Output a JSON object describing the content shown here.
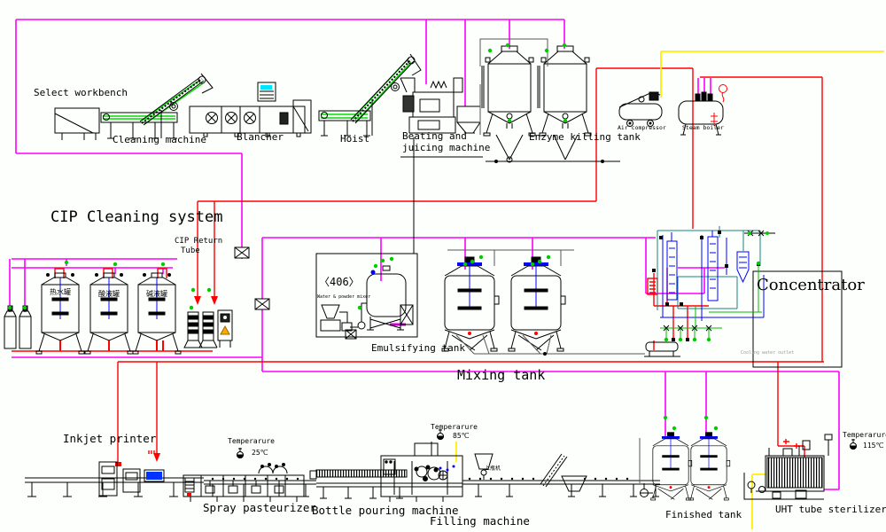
{
  "labels": {
    "select_workbench": "Select workbench",
    "cleaning_machine": "Cleaning machine",
    "blancher": "Blancher",
    "hoist": "Hoist",
    "beating_line1": "Beating and",
    "beating_line2": "juicing machine",
    "enzyme_killing_tank": "Enzyme killing tank",
    "air_compressor": "Air compressor",
    "steam_boiler": "Steam boiler",
    "cip_title": "CIP Cleaning system",
    "cip_return_line1": "CIP Return",
    "cip_return_line2": "Tube",
    "code_406": "〈406〉",
    "water_powder_mixer": "Water & powder mixer",
    "emulsifying_tank": "Emulsifying tank",
    "mixing_tank": "Mixing tank",
    "concentrator": "Concentrator",
    "inkjet_printer": "Inkjet printer",
    "spray_pasteurizer": "Spray pasteurizer",
    "bottle_pouring_machine": "Bottle pouring machine",
    "filling_machine": "Filling machine",
    "finished_tank": "Finished tank",
    "uht_sterilizer": "UHT tube sterilizer",
    "cooling_water_outlet": "Cooling water outlet",
    "temperature_word": "Temperarure",
    "temp_25": "25℃",
    "temp_85": "85℃",
    "temp_115": "115℃",
    "hot_water_tank_cn": "热水罐",
    "acid_tank_cn": "酸液罐",
    "alkali_tank_cn": "碱液罐",
    "bottle_feeder_cn": "上瓶机"
  },
  "colors": {
    "pipe_cip_magenta": "#ff00ff",
    "pipe_red": "#ff0000",
    "pipe_air_yellow": "#ffee00",
    "valve_green": "#00cc00",
    "belt_green": "#00dd00",
    "agitator_blue": "#0000ff",
    "pipe_teal": "#1a8080",
    "screen_cyan": "#00e5ff",
    "warning_orange": "#ffaa00"
  },
  "icons": {
    "temperature_sensor": "pin-circle",
    "valve": "green-dot",
    "strainer": "box-with-x",
    "pump": "striped-cylinder"
  }
}
